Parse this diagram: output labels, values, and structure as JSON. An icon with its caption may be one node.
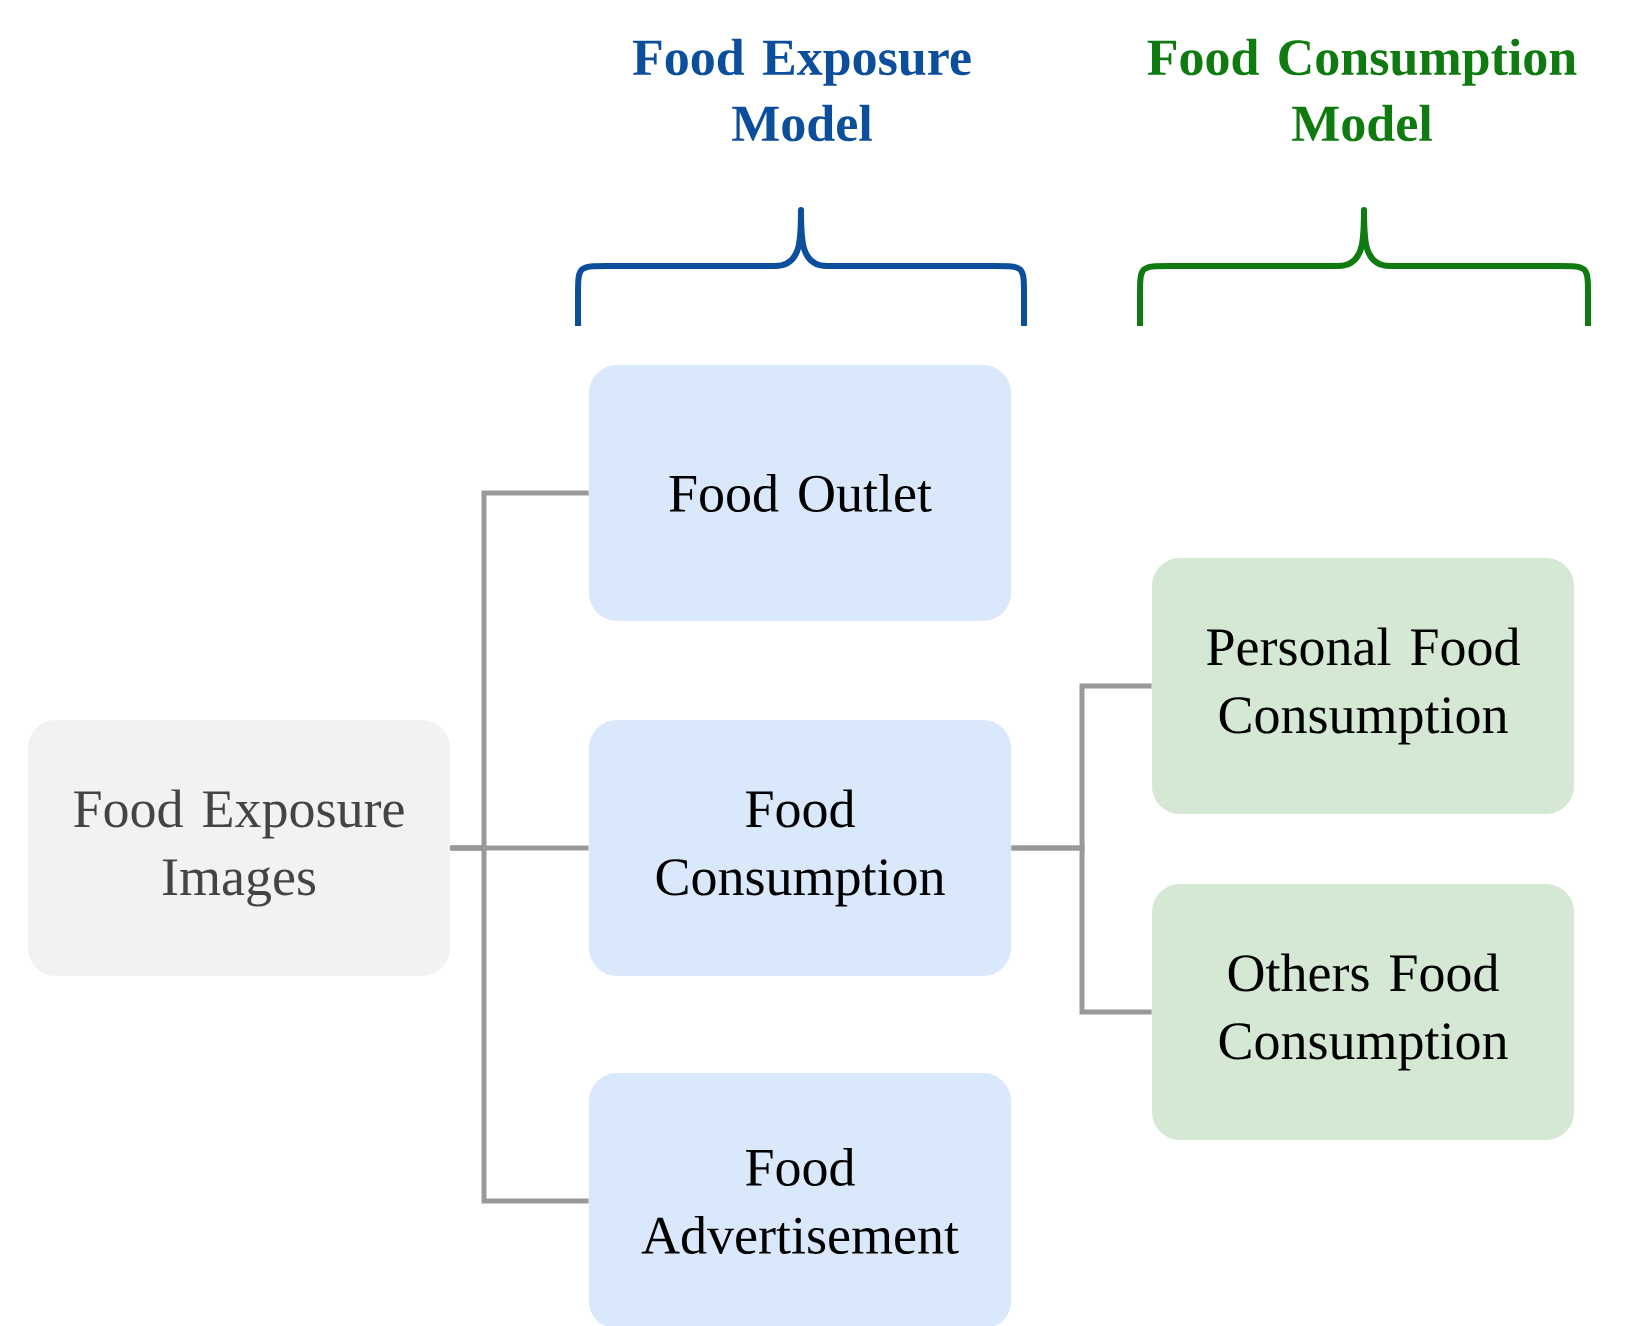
{
  "diagram": {
    "nodes": [
      {
        "text": [
          "Food Exposure Images"
        ]
      },
      {
        "text": [
          "Food Outlet"
        ]
      },
      {
        "text": [
          "Food Consumption"
        ]
      },
      {
        "text": [
          "Food Advertisement"
        ]
      },
      {
        "text": [
          "Personal Food Consumption"
        ]
      },
      {
        "text": [
          "Others Food Consumption"
        ]
      }
    ],
    "edges": [
      {
        "from": 0,
        "to": 1,
        "arrow": "none"
      },
      {
        "from": 0,
        "to": 2,
        "arrow": "none"
      },
      {
        "from": 0,
        "to": 3,
        "arrow": "none"
      },
      {
        "from": 2,
        "to": 4,
        "arrow": "none"
      },
      {
        "from": 2,
        "to": 5,
        "arrow": "none"
      }
    ],
    "labels": [
      "Food Exposure Model",
      "Food Consumption Model"
    ]
  }
}
